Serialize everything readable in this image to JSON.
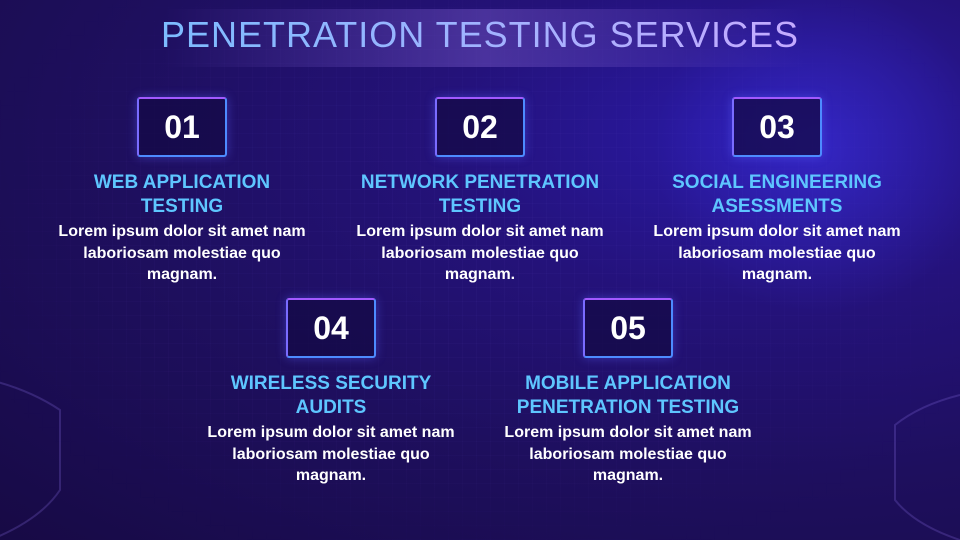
{
  "title": "PENETRATION TESTING SERVICES",
  "items": [
    {
      "number": "01",
      "title": "WEB APPLICATION TESTING",
      "description": "Lorem ipsum dolor sit amet nam laboriosam molestiae quo magnam."
    },
    {
      "number": "02",
      "title": "NETWORK PENETRATION TESTING",
      "description": "Lorem ipsum dolor sit amet nam laboriosam molestiae quo magnam."
    },
    {
      "number": "03",
      "title": "SOCIAL ENGINEERING ASESSMENTS",
      "description": "Lorem ipsum dolor sit amet nam laboriosam molestiae quo magnam."
    },
    {
      "number": "04",
      "title": "WIRELESS SECURITY AUDITS",
      "description": "Lorem ipsum dolor sit amet nam laboriosam molestiae quo magnam."
    },
    {
      "number": "05",
      "title": "MOBILE APPLICATION PENETRATION TESTING",
      "description": "Lorem ipsum dolor sit amet nam laboriosam molestiae quo magnam."
    }
  ],
  "colors": {
    "accent": "#5ec6ff",
    "border": "#4d8bff",
    "background": "#1e0f5e"
  }
}
